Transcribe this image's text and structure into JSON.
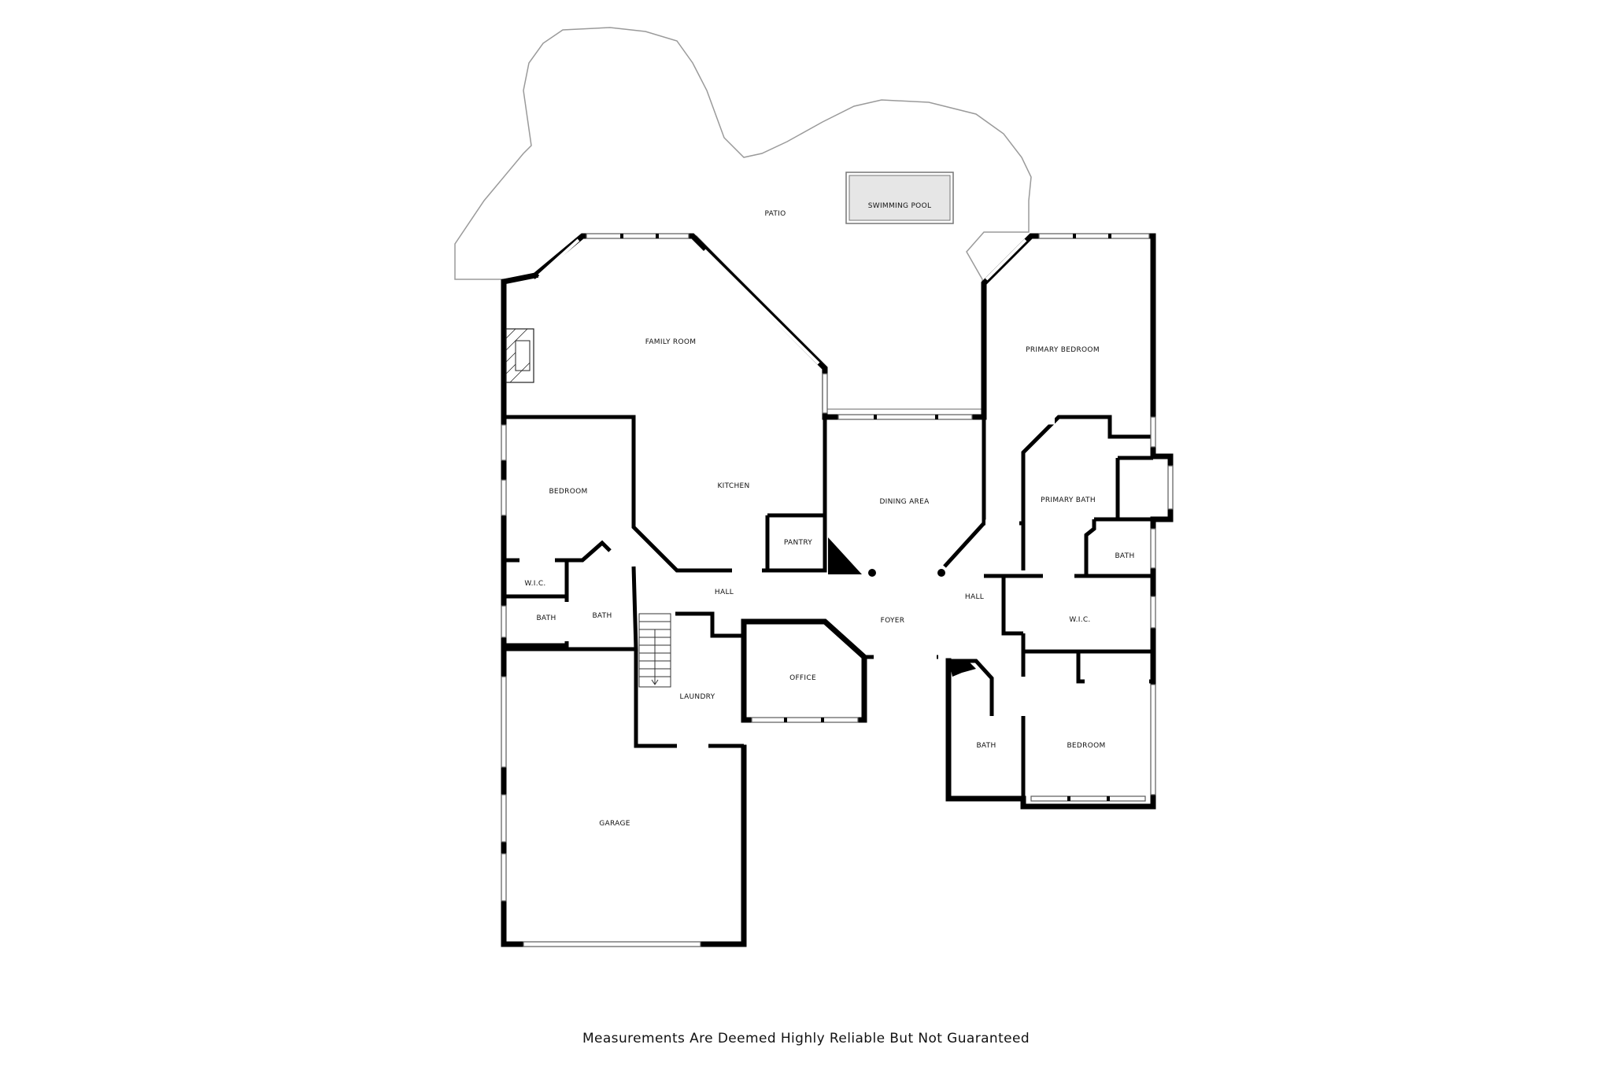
{
  "rooms": {
    "patio": "PATIO",
    "swimming_pool": "SWIMMING POOL",
    "family_room": "FAMILY ROOM",
    "primary_bedroom": "PRIMARY BEDROOM",
    "bedroom_west": "BEDROOM",
    "kitchen": "KITCHEN",
    "dining_area": "DINING AREA",
    "primary_bath": "PRIMARY BATH",
    "pantry": "PANTRY",
    "bath_primary_small": "BATH",
    "wic_west": "W.I.C.",
    "hall_west": "HALL",
    "hall_east": "HALL",
    "bath_west_a": "BATH",
    "bath_west_b": "BATH",
    "foyer": "FOYER",
    "wic_east": "W.I.C.",
    "office": "OFFICE",
    "laundry": "LAUNDRY",
    "bath_east": "BATH",
    "bedroom_east": "BEDROOM",
    "garage": "GARAGE"
  },
  "footer": {
    "disclaimer": "Measurements Are Deemed Highly Reliable But Not Guaranteed"
  }
}
